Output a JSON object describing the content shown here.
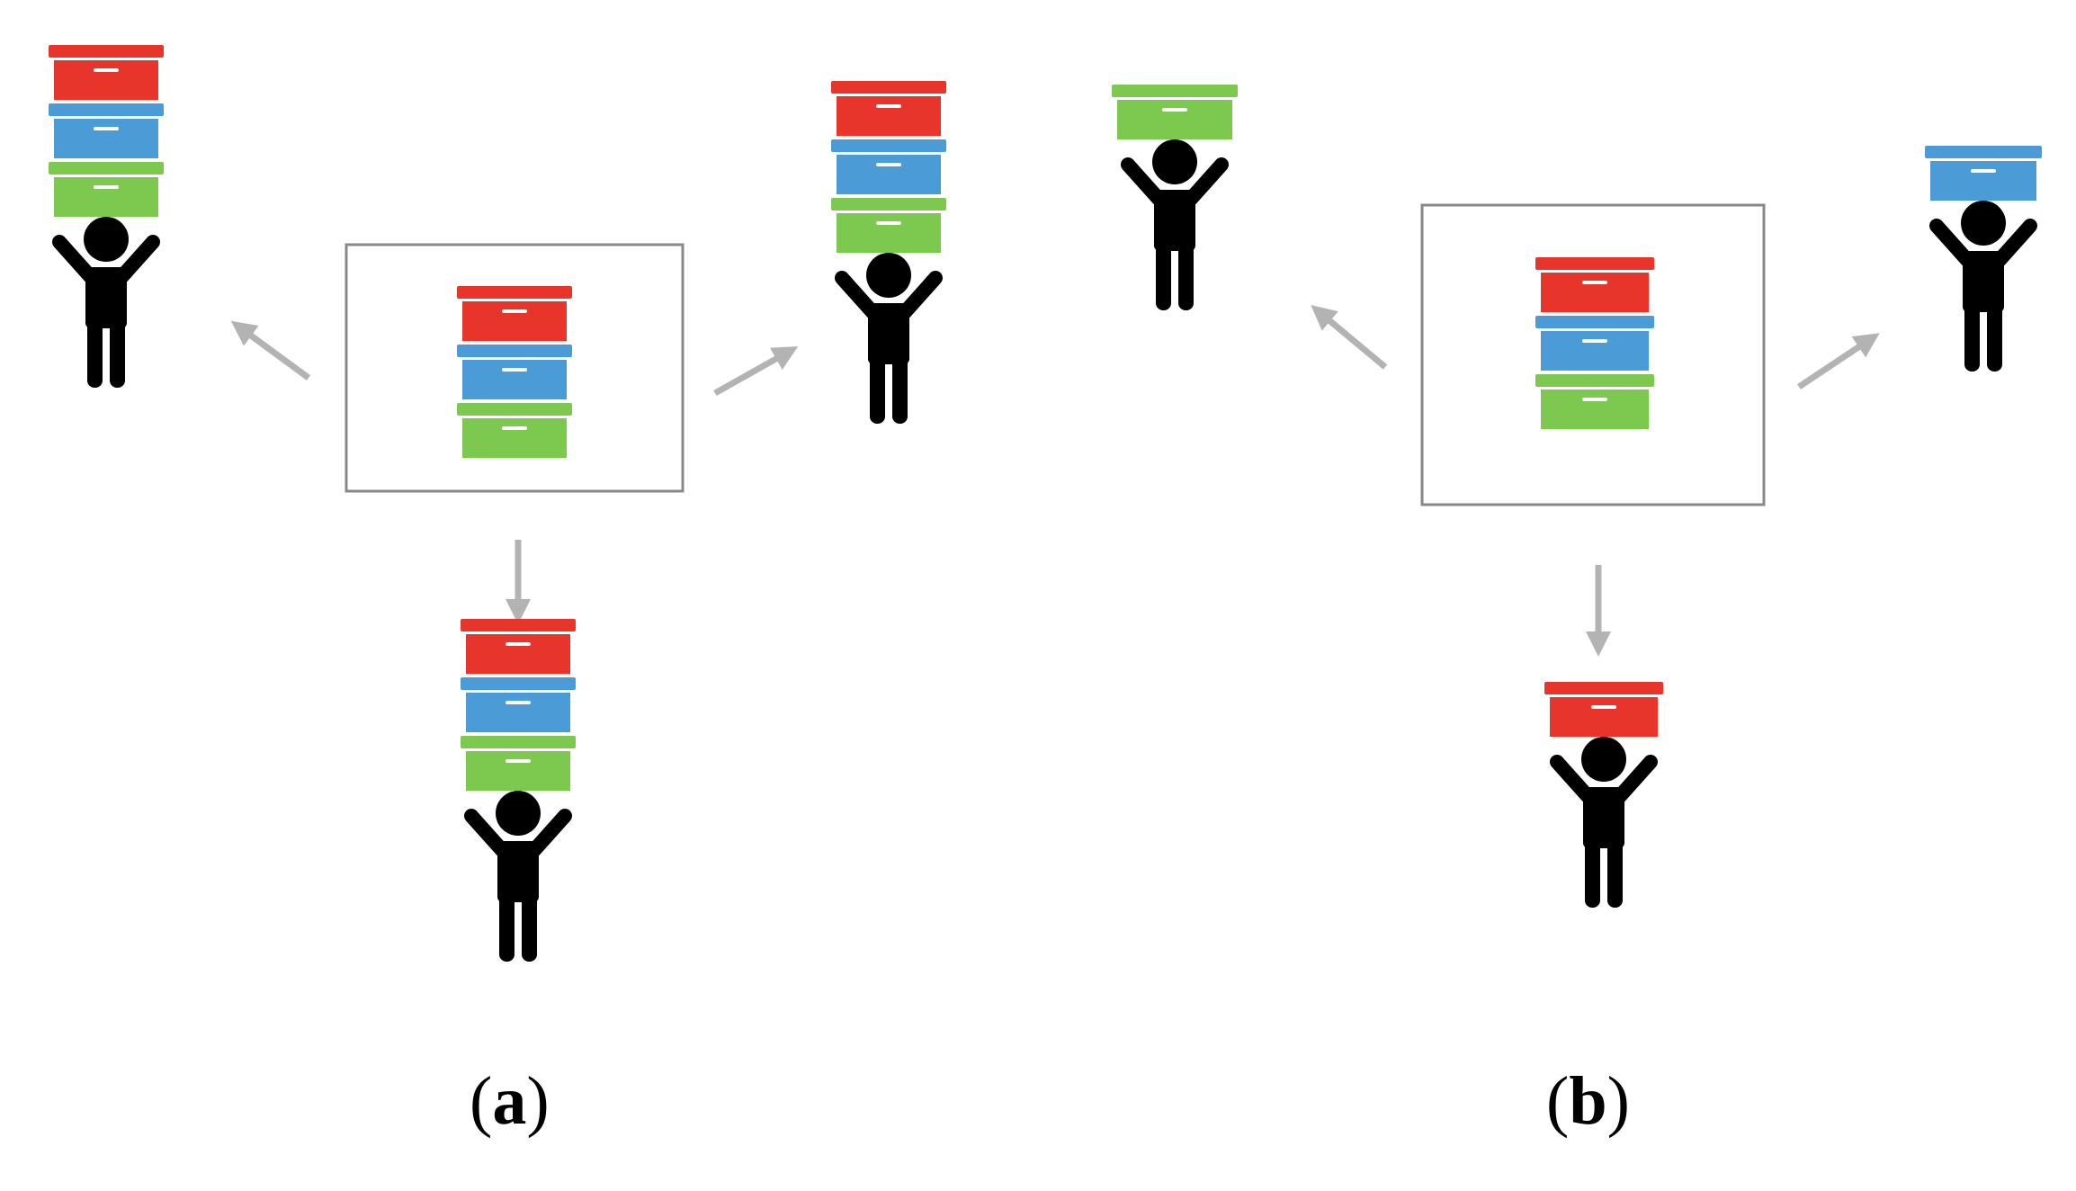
{
  "colors": {
    "red": "#E8352B",
    "blue": "#4A9BD6",
    "green": "#7DC94F",
    "frame": "#888888",
    "arrow": "#B3B3B3",
    "person": "#000000",
    "handle": "#FFFFFF"
  },
  "panels": [
    {
      "id": "a",
      "label": "a",
      "source_stack": [
        "red",
        "blue",
        "green"
      ],
      "outputs": [
        {
          "direction": "up-left",
          "carries": [
            "red",
            "blue",
            "green"
          ]
        },
        {
          "direction": "up-right",
          "carries": [
            "red",
            "blue",
            "green"
          ]
        },
        {
          "direction": "down",
          "carries": [
            "red",
            "blue",
            "green"
          ]
        }
      ]
    },
    {
      "id": "b",
      "label": "b",
      "source_stack": [
        "red",
        "blue",
        "green"
      ],
      "outputs": [
        {
          "direction": "up-left",
          "carries": [
            "green"
          ]
        },
        {
          "direction": "up-right",
          "carries": [
            "blue"
          ]
        },
        {
          "direction": "down",
          "carries": [
            "red"
          ]
        }
      ]
    }
  ]
}
